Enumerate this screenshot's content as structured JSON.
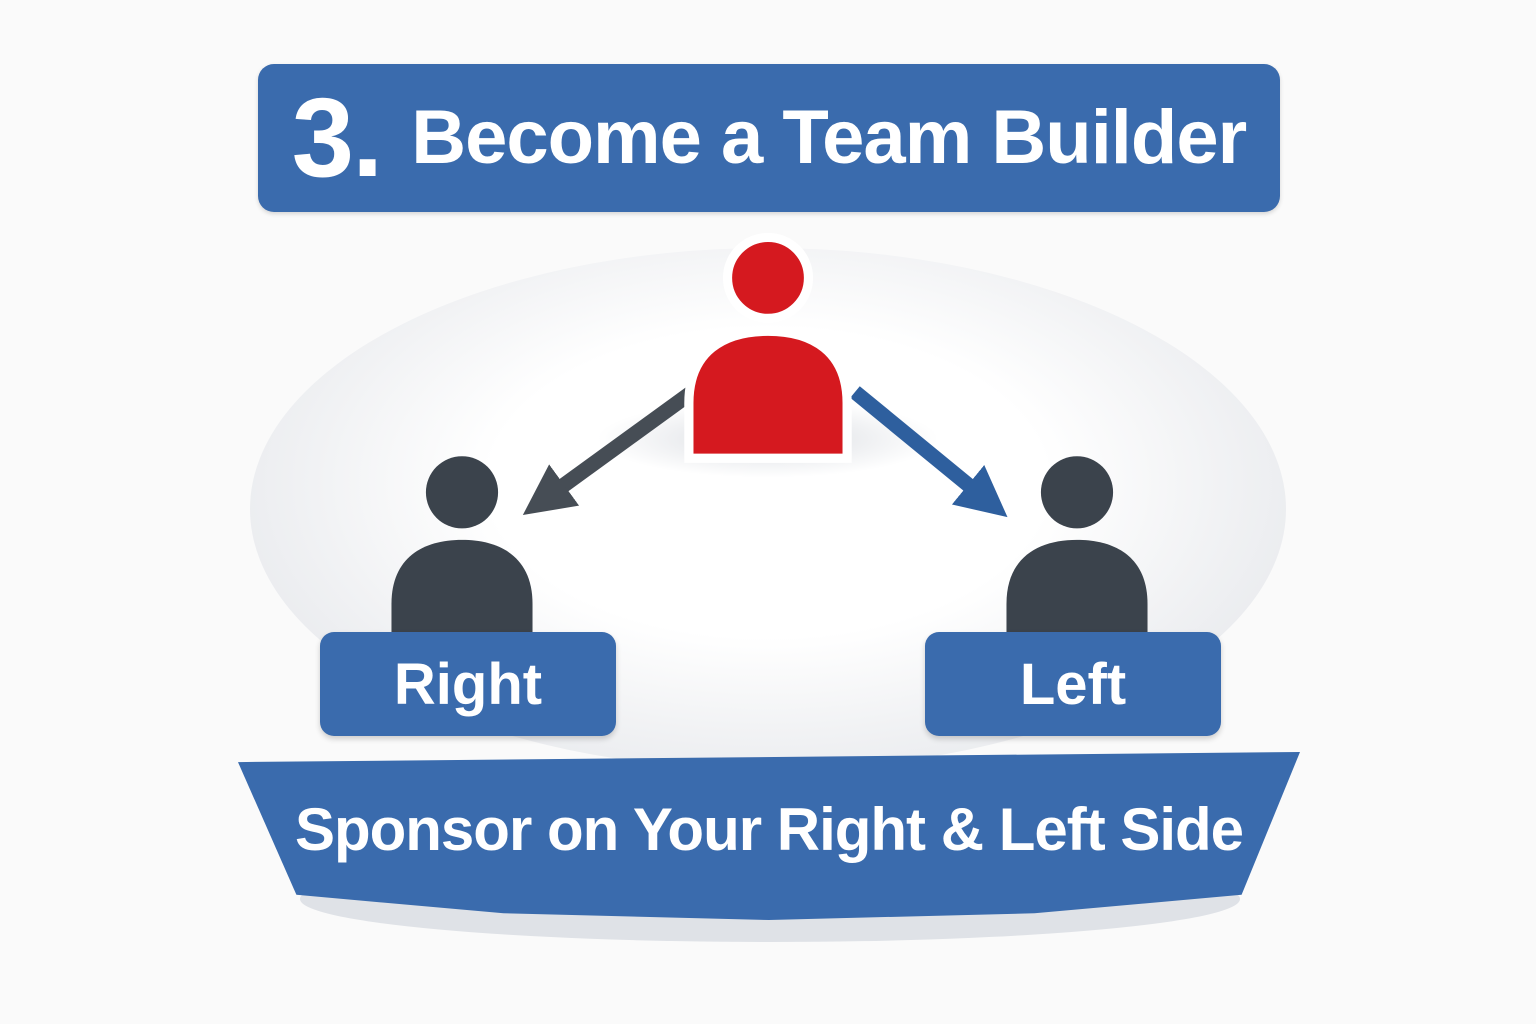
{
  "title_banner": {
    "number": "3.",
    "text": "Become a Team Builder"
  },
  "labels": {
    "left_box": "Right",
    "right_box": "Left"
  },
  "bottom_banner": {
    "text": "Sponsor on Your Right & Left Side"
  },
  "colors": {
    "banner_blue": "#3a6bad",
    "sponsor_red": "#d5191f",
    "team_person_dark": "#3b434c",
    "arrow_dark": "#464d55",
    "arrow_blue": "#2e5f9e",
    "arch_gray": "#e6e8ec",
    "text_white": "#ffffff"
  }
}
